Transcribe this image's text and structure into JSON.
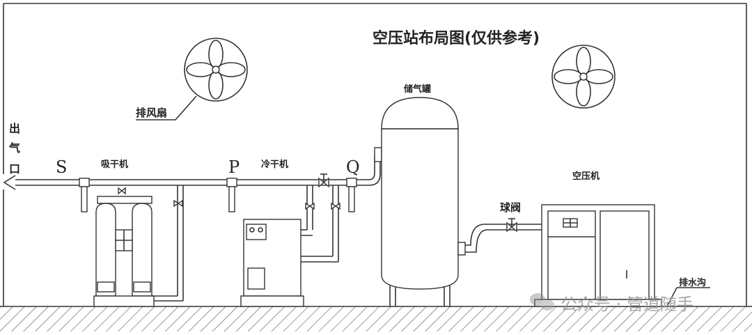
{
  "title": "空压站布局图(仅供参考)",
  "labels": {
    "exhaust_fan": "排风扇",
    "outlet": [
      "出",
      "气",
      "口"
    ],
    "point_s": "S",
    "adsorption_dryer": "吸干机",
    "point_p": "P",
    "refrigerated_dryer": "冷干机",
    "point_q": "Q",
    "air_tank": "储气罐",
    "ball_valve": "球阀",
    "air_compressor": "空压机",
    "drain_ditch": "排水沟"
  },
  "watermark": "公众号 · 管道随手"
}
